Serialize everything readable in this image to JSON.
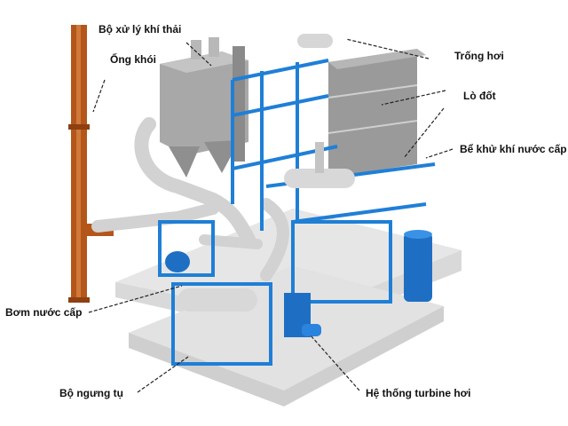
{
  "diagram": {
    "subject": "Steam power plant / boiler system (3D isometric model)",
    "colors": {
      "background": "#ffffff",
      "stack": "#b4561a",
      "steel_frame": "#1f7fd6",
      "casing": "#9a9a9a",
      "duct": "#d2d2d2",
      "platform": "#dcdcdc",
      "railing": "#cfd68a"
    },
    "labels": [
      {
        "id": "bo-xu-ly-khi-thai",
        "text": "Bộ xử lý khí thải"
      },
      {
        "id": "ong-khoi",
        "text": "Ống khói"
      },
      {
        "id": "trong-hoi",
        "text": "Trống hơi"
      },
      {
        "id": "lo-dot",
        "text": "Lò đốt"
      },
      {
        "id": "be-khu-khi-nuoc-cap",
        "text": "Bể khử khí nước cấp"
      },
      {
        "id": "bom-nuoc-cap",
        "text": "Bơm nước cấp"
      },
      {
        "id": "bo-ngung-tu",
        "text": "Bộ ngưng tụ"
      },
      {
        "id": "he-thong-turbine-hoi",
        "text": "Hệ thống turbine hơi"
      }
    ]
  }
}
